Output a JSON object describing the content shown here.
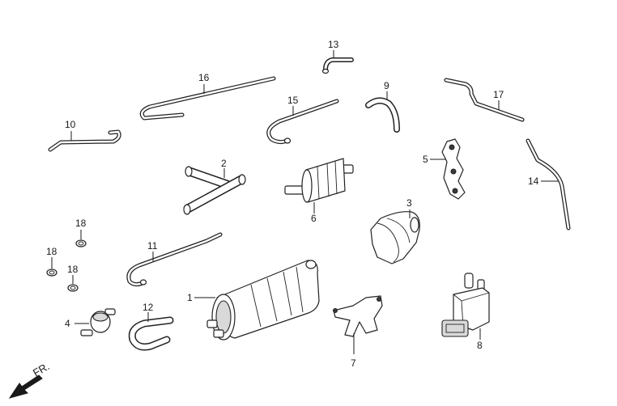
{
  "callouts": {
    "c1": "1",
    "c2": "2",
    "c3": "3",
    "c4": "4",
    "c5": "5",
    "c6": "6",
    "c7": "7",
    "c8": "8",
    "c9": "9",
    "c10": "10",
    "c11": "11",
    "c12": "12",
    "c13": "13",
    "c14": "14",
    "c15": "15",
    "c16": "16",
    "c17": "17",
    "c18a": "18",
    "c18b": "18",
    "c18c": "18"
  },
  "direction": {
    "label": "FR.",
    "icon": "front-direction-arrow-icon"
  },
  "colors": {
    "line": "#222222",
    "background": "#ffffff"
  }
}
